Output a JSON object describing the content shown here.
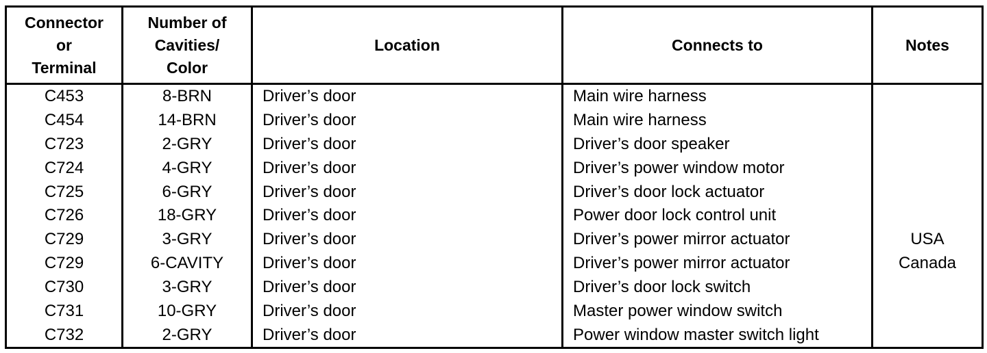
{
  "headers": {
    "connector": [
      "Connector",
      "or",
      "Terminal"
    ],
    "cavities": [
      "Number of",
      "Cavities/",
      "Color"
    ],
    "location": "Location",
    "connects_to": "Connects to",
    "notes": "Notes"
  },
  "rows": [
    {
      "connector": "C453",
      "cavities": "8-BRN",
      "location": "Driver’s door",
      "connects_to": "Main wire harness",
      "notes": ""
    },
    {
      "connector": "C454",
      "cavities": "14-BRN",
      "location": "Driver’s door",
      "connects_to": "Main wire harness",
      "notes": ""
    },
    {
      "connector": "C723",
      "cavities": "2-GRY",
      "location": "Driver’s door",
      "connects_to": "Driver’s door speaker",
      "notes": ""
    },
    {
      "connector": "C724",
      "cavities": "4-GRY",
      "location": "Driver’s door",
      "connects_to": "Driver’s power window motor",
      "notes": ""
    },
    {
      "connector": "C725",
      "cavities": "6-GRY",
      "location": "Driver’s door",
      "connects_to": "Driver’s door lock actuator",
      "notes": ""
    },
    {
      "connector": "C726",
      "cavities": "18-GRY",
      "location": "Driver’s door",
      "connects_to": "Power door lock control unit",
      "notes": ""
    },
    {
      "connector": "C729",
      "cavities": "3-GRY",
      "location": "Driver’s door",
      "connects_to": "Driver’s power mirror actuator",
      "notes": "USA"
    },
    {
      "connector": "C729",
      "cavities": "6-CAVITY",
      "location": "Driver’s door",
      "connects_to": "Driver’s power mirror actuator",
      "notes": "Canada"
    },
    {
      "connector": "C730",
      "cavities": "3-GRY",
      "location": "Driver’s door",
      "connects_to": "Driver’s door lock switch",
      "notes": ""
    },
    {
      "connector": "C731",
      "cavities": "10-GRY",
      "location": "Driver’s door",
      "connects_to": "Master power window switch",
      "notes": ""
    },
    {
      "connector": "C732",
      "cavities": "2-GRY",
      "location": "Driver’s door",
      "connects_to": "Power window master switch light",
      "notes": ""
    }
  ]
}
